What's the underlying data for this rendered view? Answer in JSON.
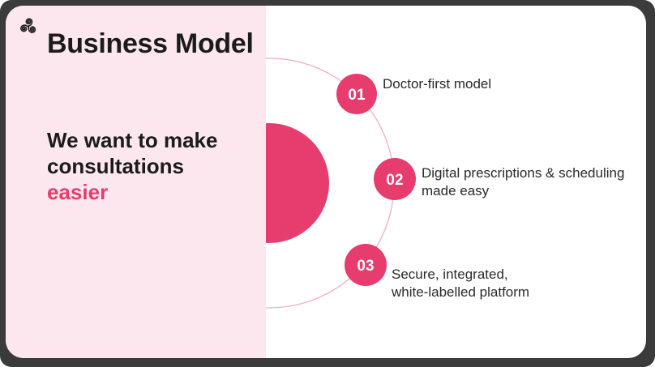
{
  "colors": {
    "accent_pink": "#e63c6e",
    "panel_pink": "#fce7ef",
    "arc_pink": "#f3a7c1",
    "text_dark": "#1b1b1b",
    "frame_dark": "#3b3b3b"
  },
  "panel": {
    "title": "Business Model",
    "subtitle_line1": "We want to make",
    "subtitle_line2": "consultations",
    "subtitle_accent": "easier"
  },
  "diagram": {
    "items": [
      {
        "number": "01",
        "line1": "Doctor-first model"
      },
      {
        "number": "02",
        "line1": "Digital prescriptions & scheduling",
        "line2": "made easy"
      },
      {
        "number": "03",
        "line1": "Secure, integrated,",
        "line2": "white-labelled platform"
      }
    ]
  }
}
